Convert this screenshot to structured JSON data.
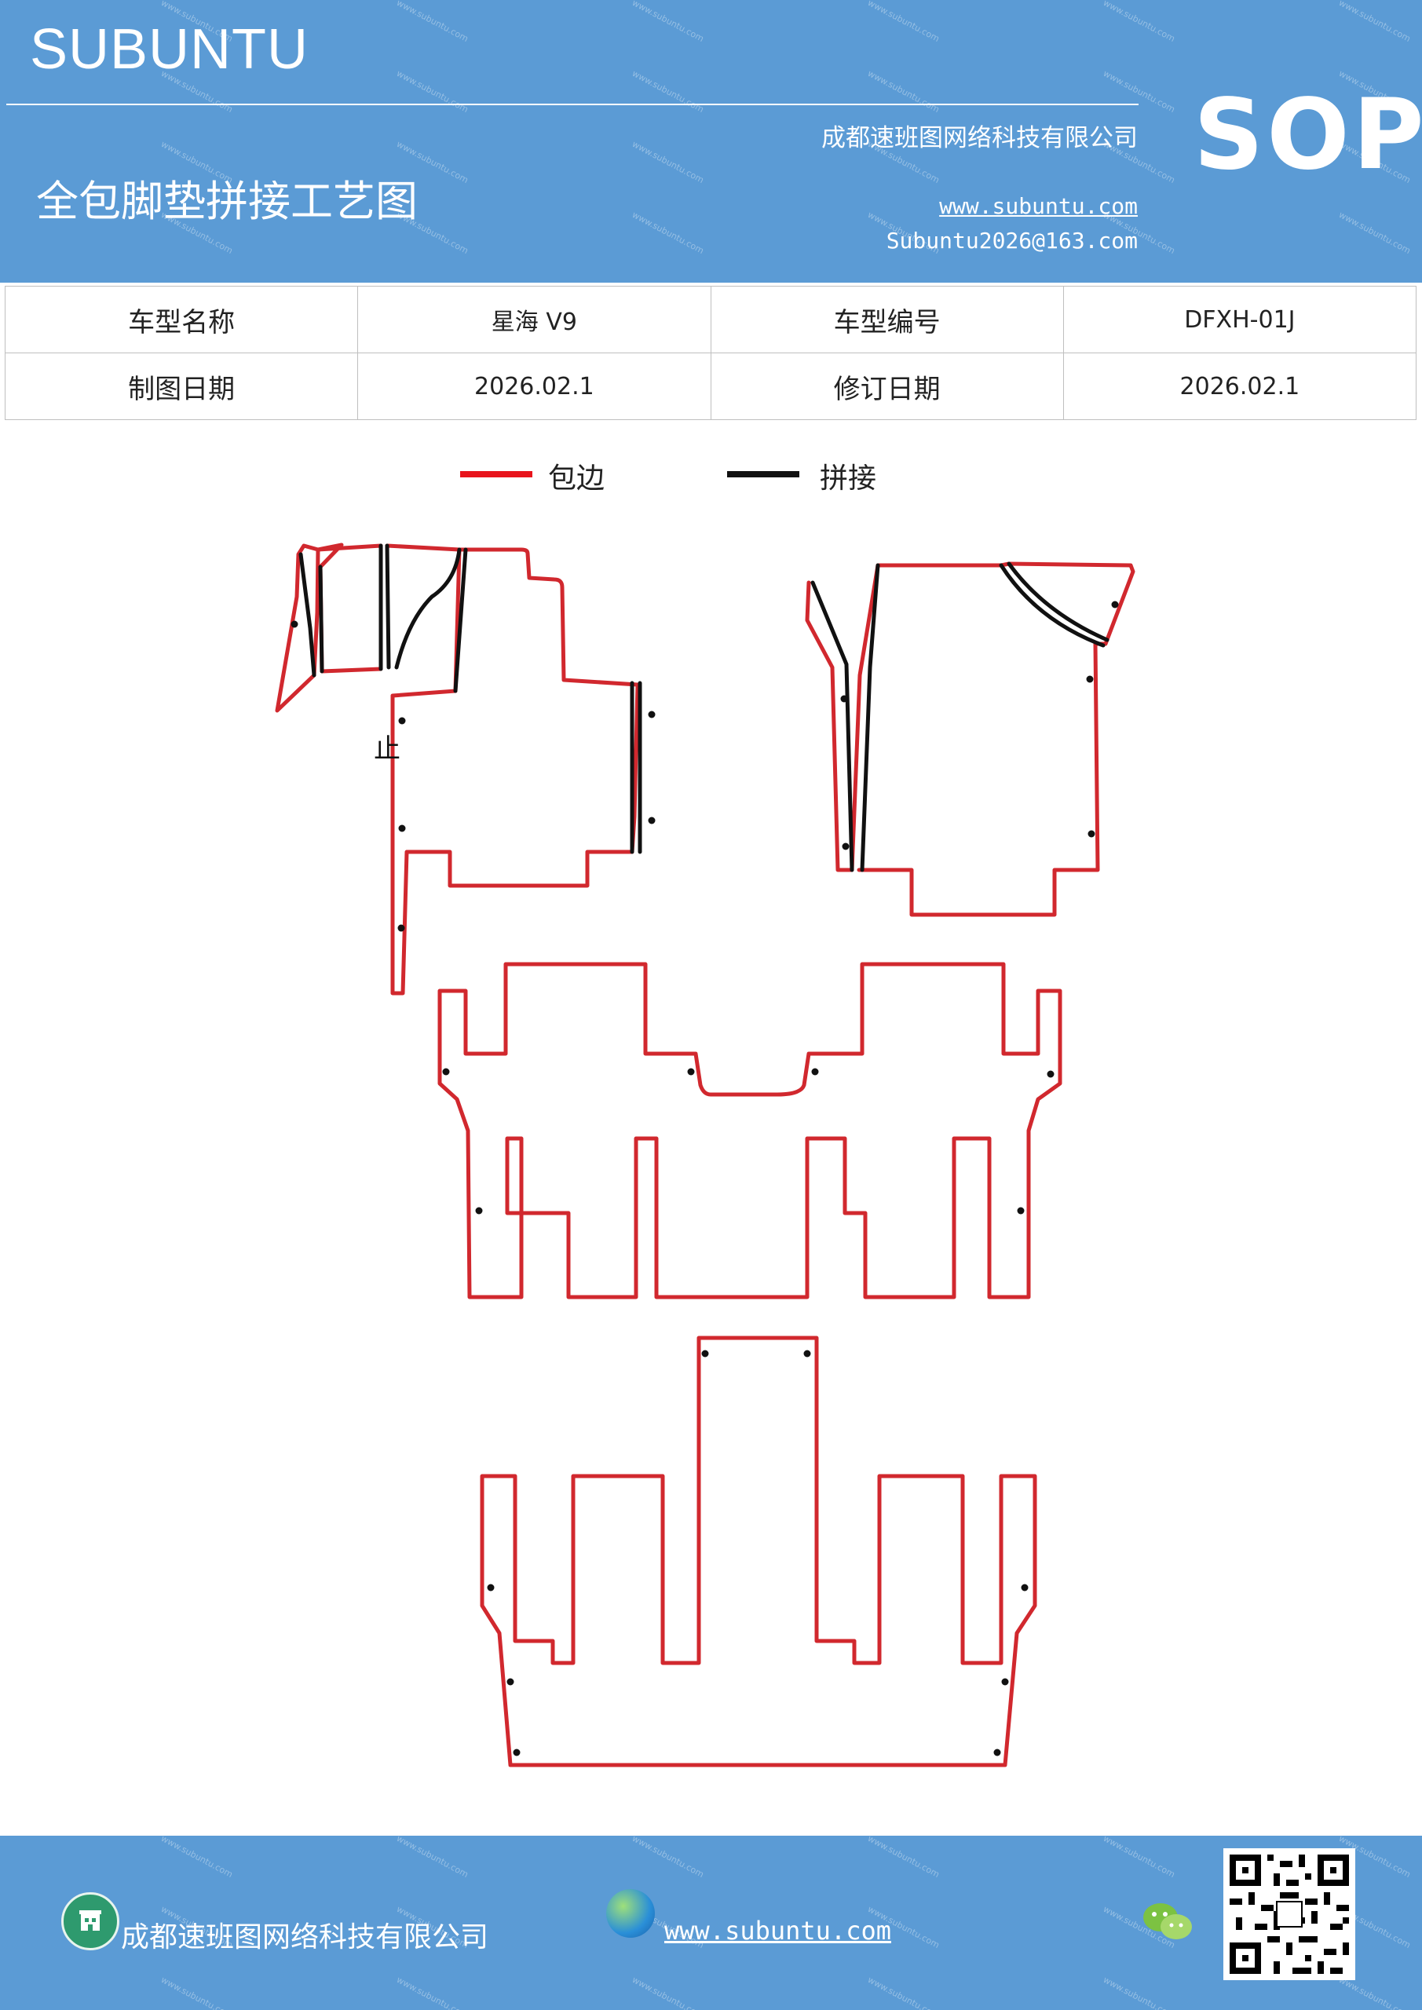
{
  "header": {
    "brand": "SUBUNTU",
    "sop": "SOP",
    "company": "成都速班图网络科技有限公司",
    "title": "全包脚垫拼接工艺图",
    "website": "www.subuntu.com",
    "email": "Subuntu2026@163.com"
  },
  "info_table": {
    "rows": [
      [
        "车型名称",
        "星海 V9",
        "车型编号",
        "DFXH-01J"
      ],
      [
        "制图日期",
        "2026.02.1",
        "修订日期",
        "2026.02.1"
      ]
    ]
  },
  "legend": {
    "items": [
      {
        "label": "包边",
        "color": "#e8141c"
      },
      {
        "label": "拼接",
        "color": "#111111"
      }
    ]
  },
  "diagram": {
    "edge_color": "#d1282e",
    "seam_color": "#111111",
    "mark_text": "止"
  },
  "footer": {
    "company": "成都速班图网络科技有限公司",
    "website": "www.subuntu.com"
  },
  "icons": [
    "building-icon",
    "globe-icon",
    "wechat-icon",
    "qr-code"
  ]
}
